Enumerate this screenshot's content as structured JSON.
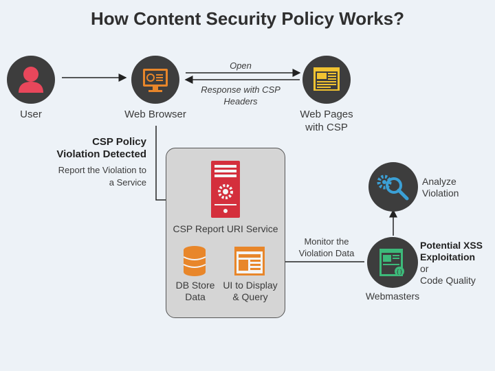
{
  "title": "How Content Security Policy Works?",
  "nodes": {
    "user": "User",
    "browser": "Web Browser",
    "webpages_line1": "Web Pages",
    "webpages_line2": "with CSP",
    "report_service": "CSP Report URI Service",
    "db_line1": "DB Store",
    "db_line2": "Data",
    "ui_line1": "UI to Display",
    "ui_line2": "& Query",
    "webmasters": "Webmasters",
    "analyze_line1": "Analyze",
    "analyze_line2": "Violation"
  },
  "edges": {
    "open": "Open",
    "response_line1": "Response with CSP",
    "response_line2": "Headers",
    "monitor_line1": "Monitor the",
    "monitor_line2": "Violation Data"
  },
  "violation": {
    "heading_line1": "CSP Policy",
    "heading_line2": "Violation Detected",
    "sub_line1": "Report the Violation to",
    "sub_line2": "a Service"
  },
  "exploitation": {
    "bold_line1": "Potential XSS",
    "bold_line2": "Exploitation",
    "or": "or",
    "code_quality": "Code Quality"
  },
  "colors": {
    "circle": "#3d3d3d",
    "user_icon": "#e8475b",
    "browser_icon": "#e8862a",
    "webpages_icon": "#f1c331",
    "server_icon": "#d42f3c",
    "db_icon": "#e8862a",
    "analyze_icon": "#3ba0d6",
    "webmaster_icon": "#3dba7a"
  }
}
